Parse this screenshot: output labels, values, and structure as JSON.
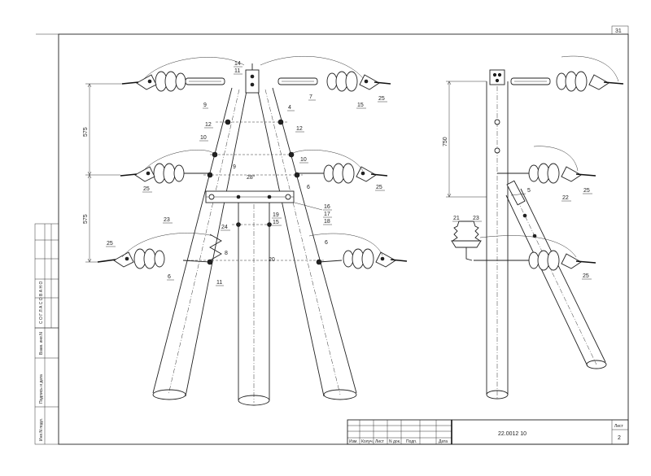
{
  "sheet": {
    "page_number": "31",
    "doc_code": "22.0012 10",
    "sheet_label": "Лист",
    "sheet_number": "2"
  },
  "title_block_columns": [
    "Изм.",
    "Колуч.",
    "Лист",
    "N док.",
    "Подп.",
    "Дата"
  ],
  "side_stamps": {
    "approval": "С О Г Л А С О В А Н О",
    "replace_inv": "Взам. инв.N",
    "sign_date": "Подпись и дата",
    "inv_orig": "Инв.N подл."
  },
  "dimensions": {
    "upper_spacing": "575",
    "lower_spacing": "575",
    "side_offset": "750",
    "angle": "28°"
  },
  "callouts": {
    "front": [
      "14",
      "11",
      "4",
      "7",
      "15",
      "25",
      "9",
      "12",
      "12",
      "10",
      "10",
      "9",
      "6",
      "25",
      "25",
      "16",
      "17",
      "18",
      "23",
      "24",
      "19",
      "15",
      "25",
      "8",
      "6",
      "6",
      "11",
      "20"
    ],
    "side": [
      "5",
      "22",
      "25",
      "21",
      "23",
      "25"
    ]
  }
}
